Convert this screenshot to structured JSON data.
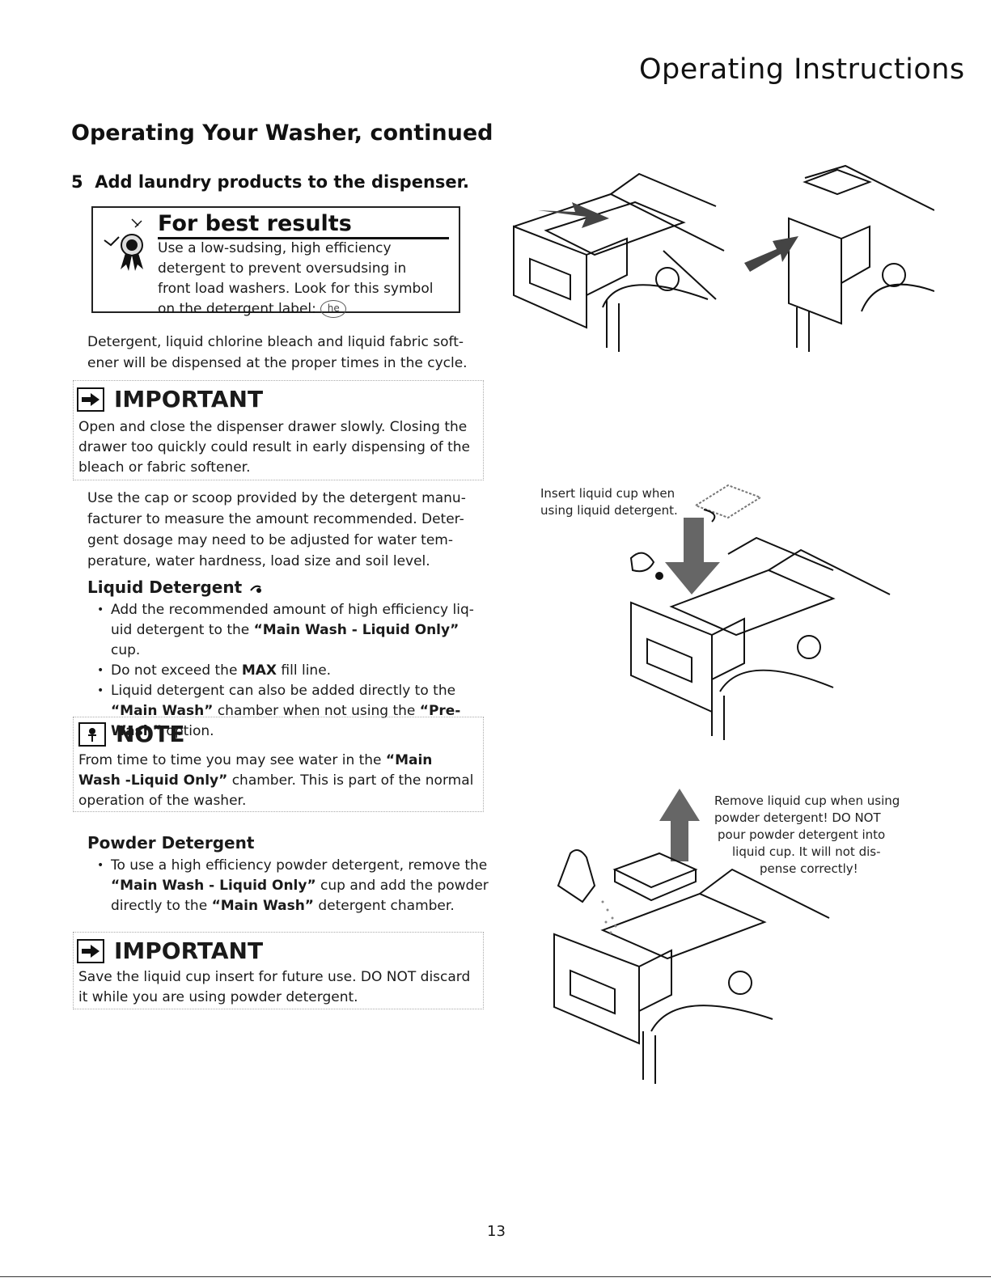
{
  "header": {
    "section_title": "Operating Instructions"
  },
  "page": {
    "heading": "Operating Your Washer, continued",
    "step_number": "5",
    "step_text": "Add laundry products to the dispenser."
  },
  "best_results": {
    "title": "For best results",
    "lines": [
      "Use a low-sudsing, high efficiency",
      "detergent to prevent oversudsing in",
      "front load washers. Look for this symbol",
      "on the detergent label:"
    ],
    "he_symbol": "he"
  },
  "intro": {
    "lines": [
      "Detergent, liquid chlorine bleach and liquid fabric soft-",
      "ener will be dispensed at the proper times in the cycle."
    ]
  },
  "important_1": {
    "heading": "IMPORTANT",
    "lines": [
      "Open and close the dispenser drawer slowly. Closing the",
      "drawer too quickly could result in early dispensing of the",
      "bleach or fabric softener."
    ]
  },
  "measure": {
    "lines": [
      "Use the cap or scoop provided by the detergent manu-",
      "facturer to measure the amount recommended. Deter-",
      "gent dosage may need to be adjusted for water tem-",
      "perature, water hardness, load size and soil level."
    ]
  },
  "liquid": {
    "heading": "Liquid Detergent",
    "b1_l1": "Add the recommended amount of high efficiency liq-",
    "b1_l2_pre": "uid detergent to the ",
    "b1_l2_bold": "“Main Wash - Liquid Only”",
    "b1_l2_post": " cup.",
    "b2_pre": "Do not exceed the ",
    "b2_bold": "MAX",
    "b2_post": " fill line.",
    "b3_l1": "Liquid detergent can also be added directly to the",
    "b3_l2_bold1": "“Main Wash”",
    "b3_l2_mid": " chamber when not using the ",
    "b3_l2_bold2": "“Pre-",
    "b3_l3_bold": "Wash”",
    "b3_l3_post": " option."
  },
  "note": {
    "heading": "NOTE",
    "l1_pre": "From time to time you may see water in the ",
    "l1_bold": "“Main",
    "l2_bold": "Wash -Liquid Only”",
    "l2_post": " chamber. This is part of the normal",
    "l3": "operation of the washer."
  },
  "powder": {
    "heading": "Powder Detergent",
    "l1": "To use a high efficiency powder detergent, remove the",
    "l2_bold": "“Main Wash - Liquid Only”",
    "l2_post": " cup and add the powder",
    "l3_pre": "directly to the ",
    "l3_bold": "“Main Wash”",
    "l3_post": " detergent chamber."
  },
  "important_2": {
    "heading": "IMPORTANT",
    "lines": [
      "Save the liquid cup insert for future use. DO NOT discard",
      "it while you are using powder detergent."
    ]
  },
  "captions": {
    "insert": [
      "Insert liquid cup when",
      "using liquid detergent."
    ],
    "remove": [
      "Remove liquid cup when using",
      "powder detergent! DO NOT",
      "pour powder detergent into",
      "liquid cup. It will not dis-",
      "pense correctly!"
    ]
  },
  "footer": {
    "page_number": "13"
  },
  "colors": {
    "text": "#1a1a1a",
    "rule": "#111111",
    "dotted": "#aaaaaa"
  },
  "icons": [
    "award-ribbon-icon",
    "arrow-box-icon",
    "pushpin-note-icon",
    "he-symbol-icon",
    "drop-icon"
  ]
}
